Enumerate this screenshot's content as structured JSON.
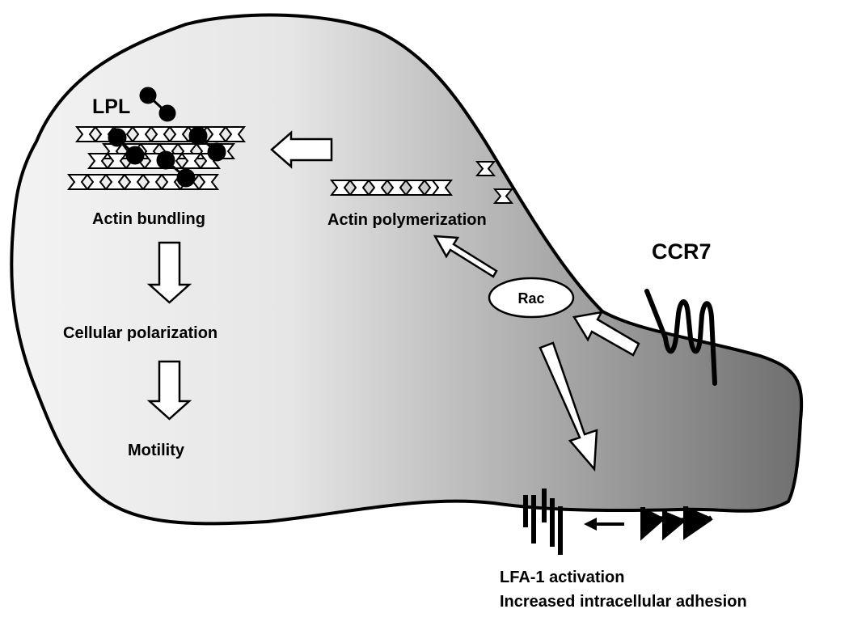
{
  "labels": {
    "lpl": "LPL",
    "actin_bundling": "Actin bundling",
    "actin_polymerization": "Actin polymerization",
    "cellular_polarization": "Cellular polarization",
    "motility": "Motility",
    "ccr7": "CCR7",
    "rac": "Rac",
    "lfa1_activation": "LFA-1 activation",
    "increased_adhesion": "Increased intracellular adhesion"
  },
  "colors": {
    "cell_gradient_start": "#f2f2f2",
    "cell_gradient_mid": "#d9d9d9",
    "cell_gradient_end": "#7a7a7a",
    "outline": "#000000",
    "arrow_fill": "#ffffff"
  },
  "icons": {
    "actin_subunit": "chevron-subunit-icon",
    "lpl_molecule": "dumbbell-icon",
    "receptor": "seven-transmembrane-coil-icon",
    "integrin": "integrin-bar-icon"
  }
}
